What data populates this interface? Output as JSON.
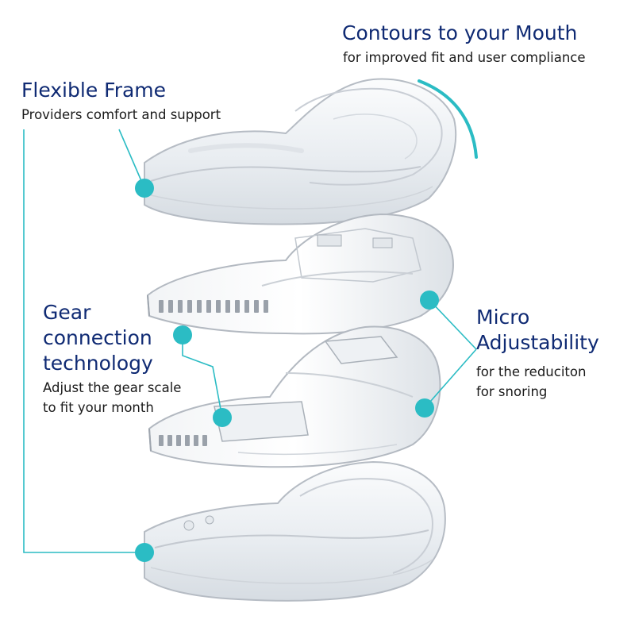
{
  "callouts": {
    "contours": {
      "title": "Contours to your Mouth",
      "subtitle": "for improved fit and user compliance"
    },
    "flexible_frame": {
      "title": "Flexible Frame",
      "subtitle": "Providers comfort and support"
    },
    "gear": {
      "title_lines": [
        "Gear",
        "connection",
        "technology"
      ],
      "subtitle_lines": [
        "Adjust the gear scale",
        "to fit your month"
      ]
    },
    "micro": {
      "title_lines": [
        "Micro",
        "Adjustability"
      ],
      "subtitle_lines": [
        "for the reduciton",
        "for snoring"
      ]
    }
  },
  "colors": {
    "accent": "#2bbcc4",
    "heading": "#0f2a73",
    "body_text": "#1a1a1a",
    "tray_outline": "#b6bcc4",
    "tray_fill": "#eef1f4"
  },
  "icons": [
    "callout-dot-icon"
  ]
}
